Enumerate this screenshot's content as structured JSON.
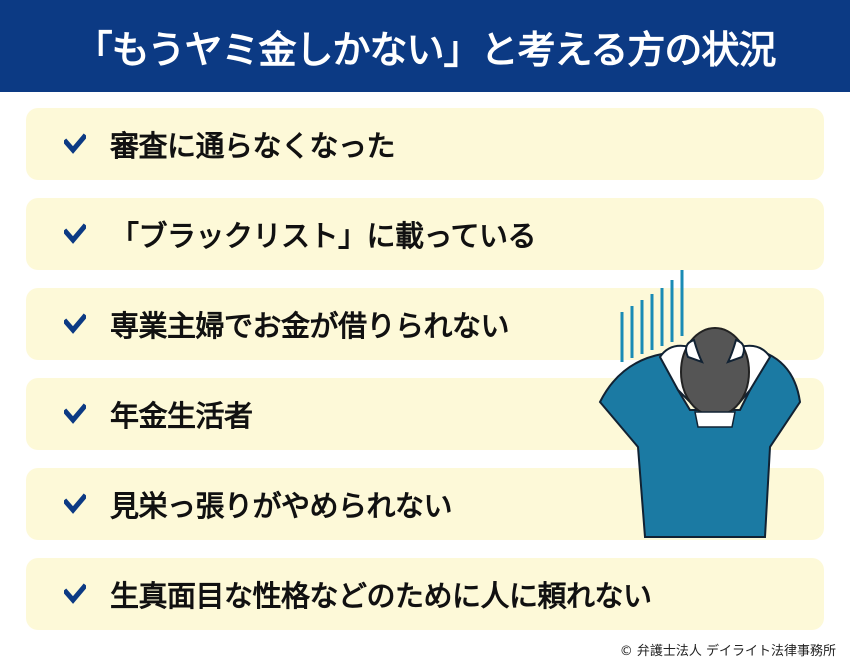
{
  "header": {
    "title": "「もうヤミ金しかない」と考える方の状況"
  },
  "items": [
    {
      "label": "審査に通らなくなった"
    },
    {
      "label": "「ブラックリスト」に載っている"
    },
    {
      "label": "専業主婦でお金が借りられない"
    },
    {
      "label": "年金生活者"
    },
    {
      "label": "見栄っ張りがやめられない"
    },
    {
      "label": "生真面目な性格などのために人に頼れない"
    }
  ],
  "credit": "© 弁護士法人 デイライト法律事務所",
  "colors": {
    "header": "#0c3a84",
    "row": "#fdf9d8",
    "check": "#0c3a84",
    "shirt": "#1b7aa3",
    "lines": "#1a8bb5"
  }
}
